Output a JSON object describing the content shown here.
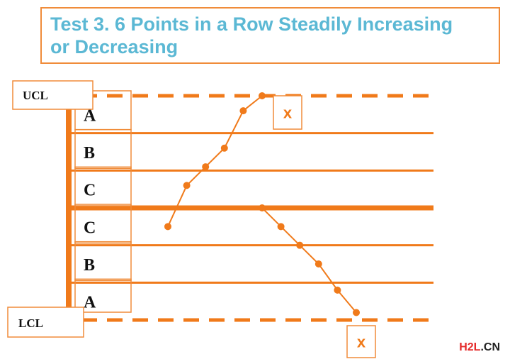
{
  "header": {
    "title_line1": "Test 3. 6 Points in a Row Steadily Increasing",
    "title_line2": "or Decreasing"
  },
  "labels": {
    "ucl": "UCL",
    "lcl": "LCL",
    "x_mark": "x"
  },
  "watermark": {
    "left": "H2L",
    "right": ".CN"
  },
  "colors": {
    "line": "#f07a1a",
    "title": "#5bb8d4",
    "box": "#f08c3a",
    "watermark_red": "#e52a2a",
    "watermark_dark": "#222222"
  },
  "chart_data": {
    "type": "line",
    "zones": [
      "A",
      "B",
      "C",
      "C",
      "B",
      "A"
    ],
    "ylim": [
      -3,
      3
    ],
    "limits": {
      "ucl": 3,
      "lcl": -3,
      "center": 0
    },
    "series": [
      {
        "x": [
          1,
          2,
          3,
          4,
          5,
          6
        ],
        "y": [
          -0.5,
          0.6,
          1.1,
          1.6,
          2.6,
          3.0
        ]
      },
      {
        "x": [
          6,
          7,
          8,
          9,
          10,
          11
        ],
        "y": [
          0,
          -0.5,
          -1.0,
          -1.5,
          -2.2,
          -2.8
        ]
      }
    ]
  }
}
